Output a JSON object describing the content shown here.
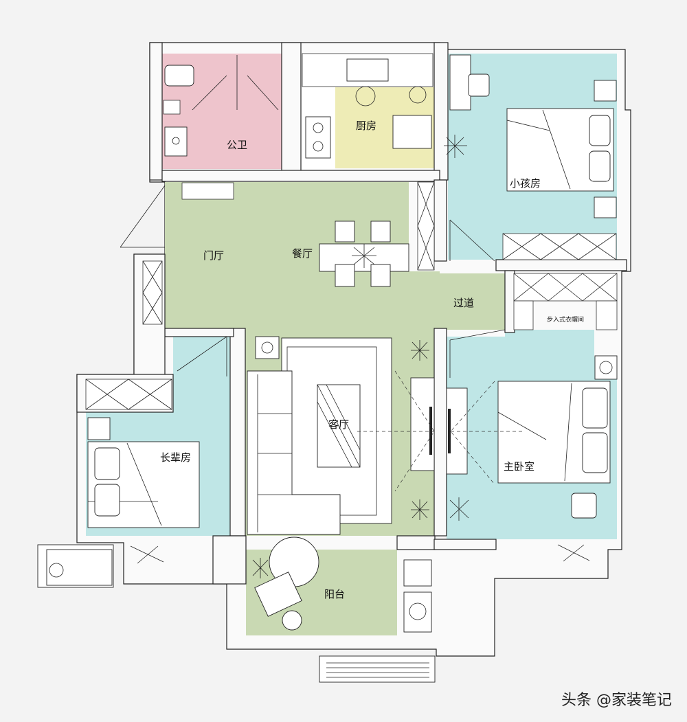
{
  "colors": {
    "living": "#c9d9b3",
    "bedroom": "#bfe6e6",
    "bathroom": "#eec4cc",
    "kitchen": "#eeecb6",
    "wall": "#fafafa",
    "background": "#f3f3f3"
  },
  "rooms": {
    "bathroom": "公卫",
    "kitchen": "厨房",
    "kids_room": "小孩房",
    "foyer": "门厅",
    "dining": "餐厅",
    "corridor": "过道",
    "walk_in_closet": "步入式衣帽间",
    "living_room": "客厅",
    "master_bedroom": "主卧室",
    "elder_room": "长辈房",
    "balcony": "阳台"
  },
  "watermark": "头条 @家装笔记"
}
